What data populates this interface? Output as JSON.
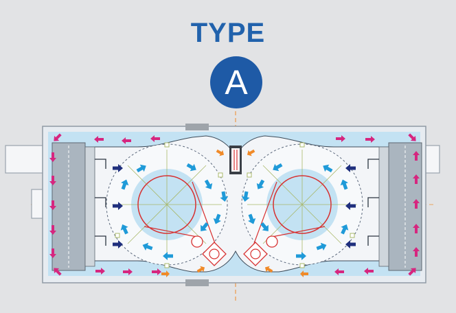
{
  "header": {
    "title": "TYPE",
    "badge_letter": "A"
  },
  "colors": {
    "background": "#e2e3e5",
    "title": "#2162ac",
    "badge": "#1e5aa6",
    "pool_water": "#c3e2f3",
    "arrow_magenta": "#d6267f",
    "arrow_navy": "#1f2f7d",
    "arrow_cyan": "#1f9ad8",
    "arrow_orange": "#f08a28",
    "guide_red": "#d73030"
  },
  "icons": [
    "magenta-flow-arrow",
    "navy-flow-arrow",
    "cyan-flow-arrow",
    "orange-flow-arrow",
    "filter-unit",
    "pump-fan-unit"
  ]
}
